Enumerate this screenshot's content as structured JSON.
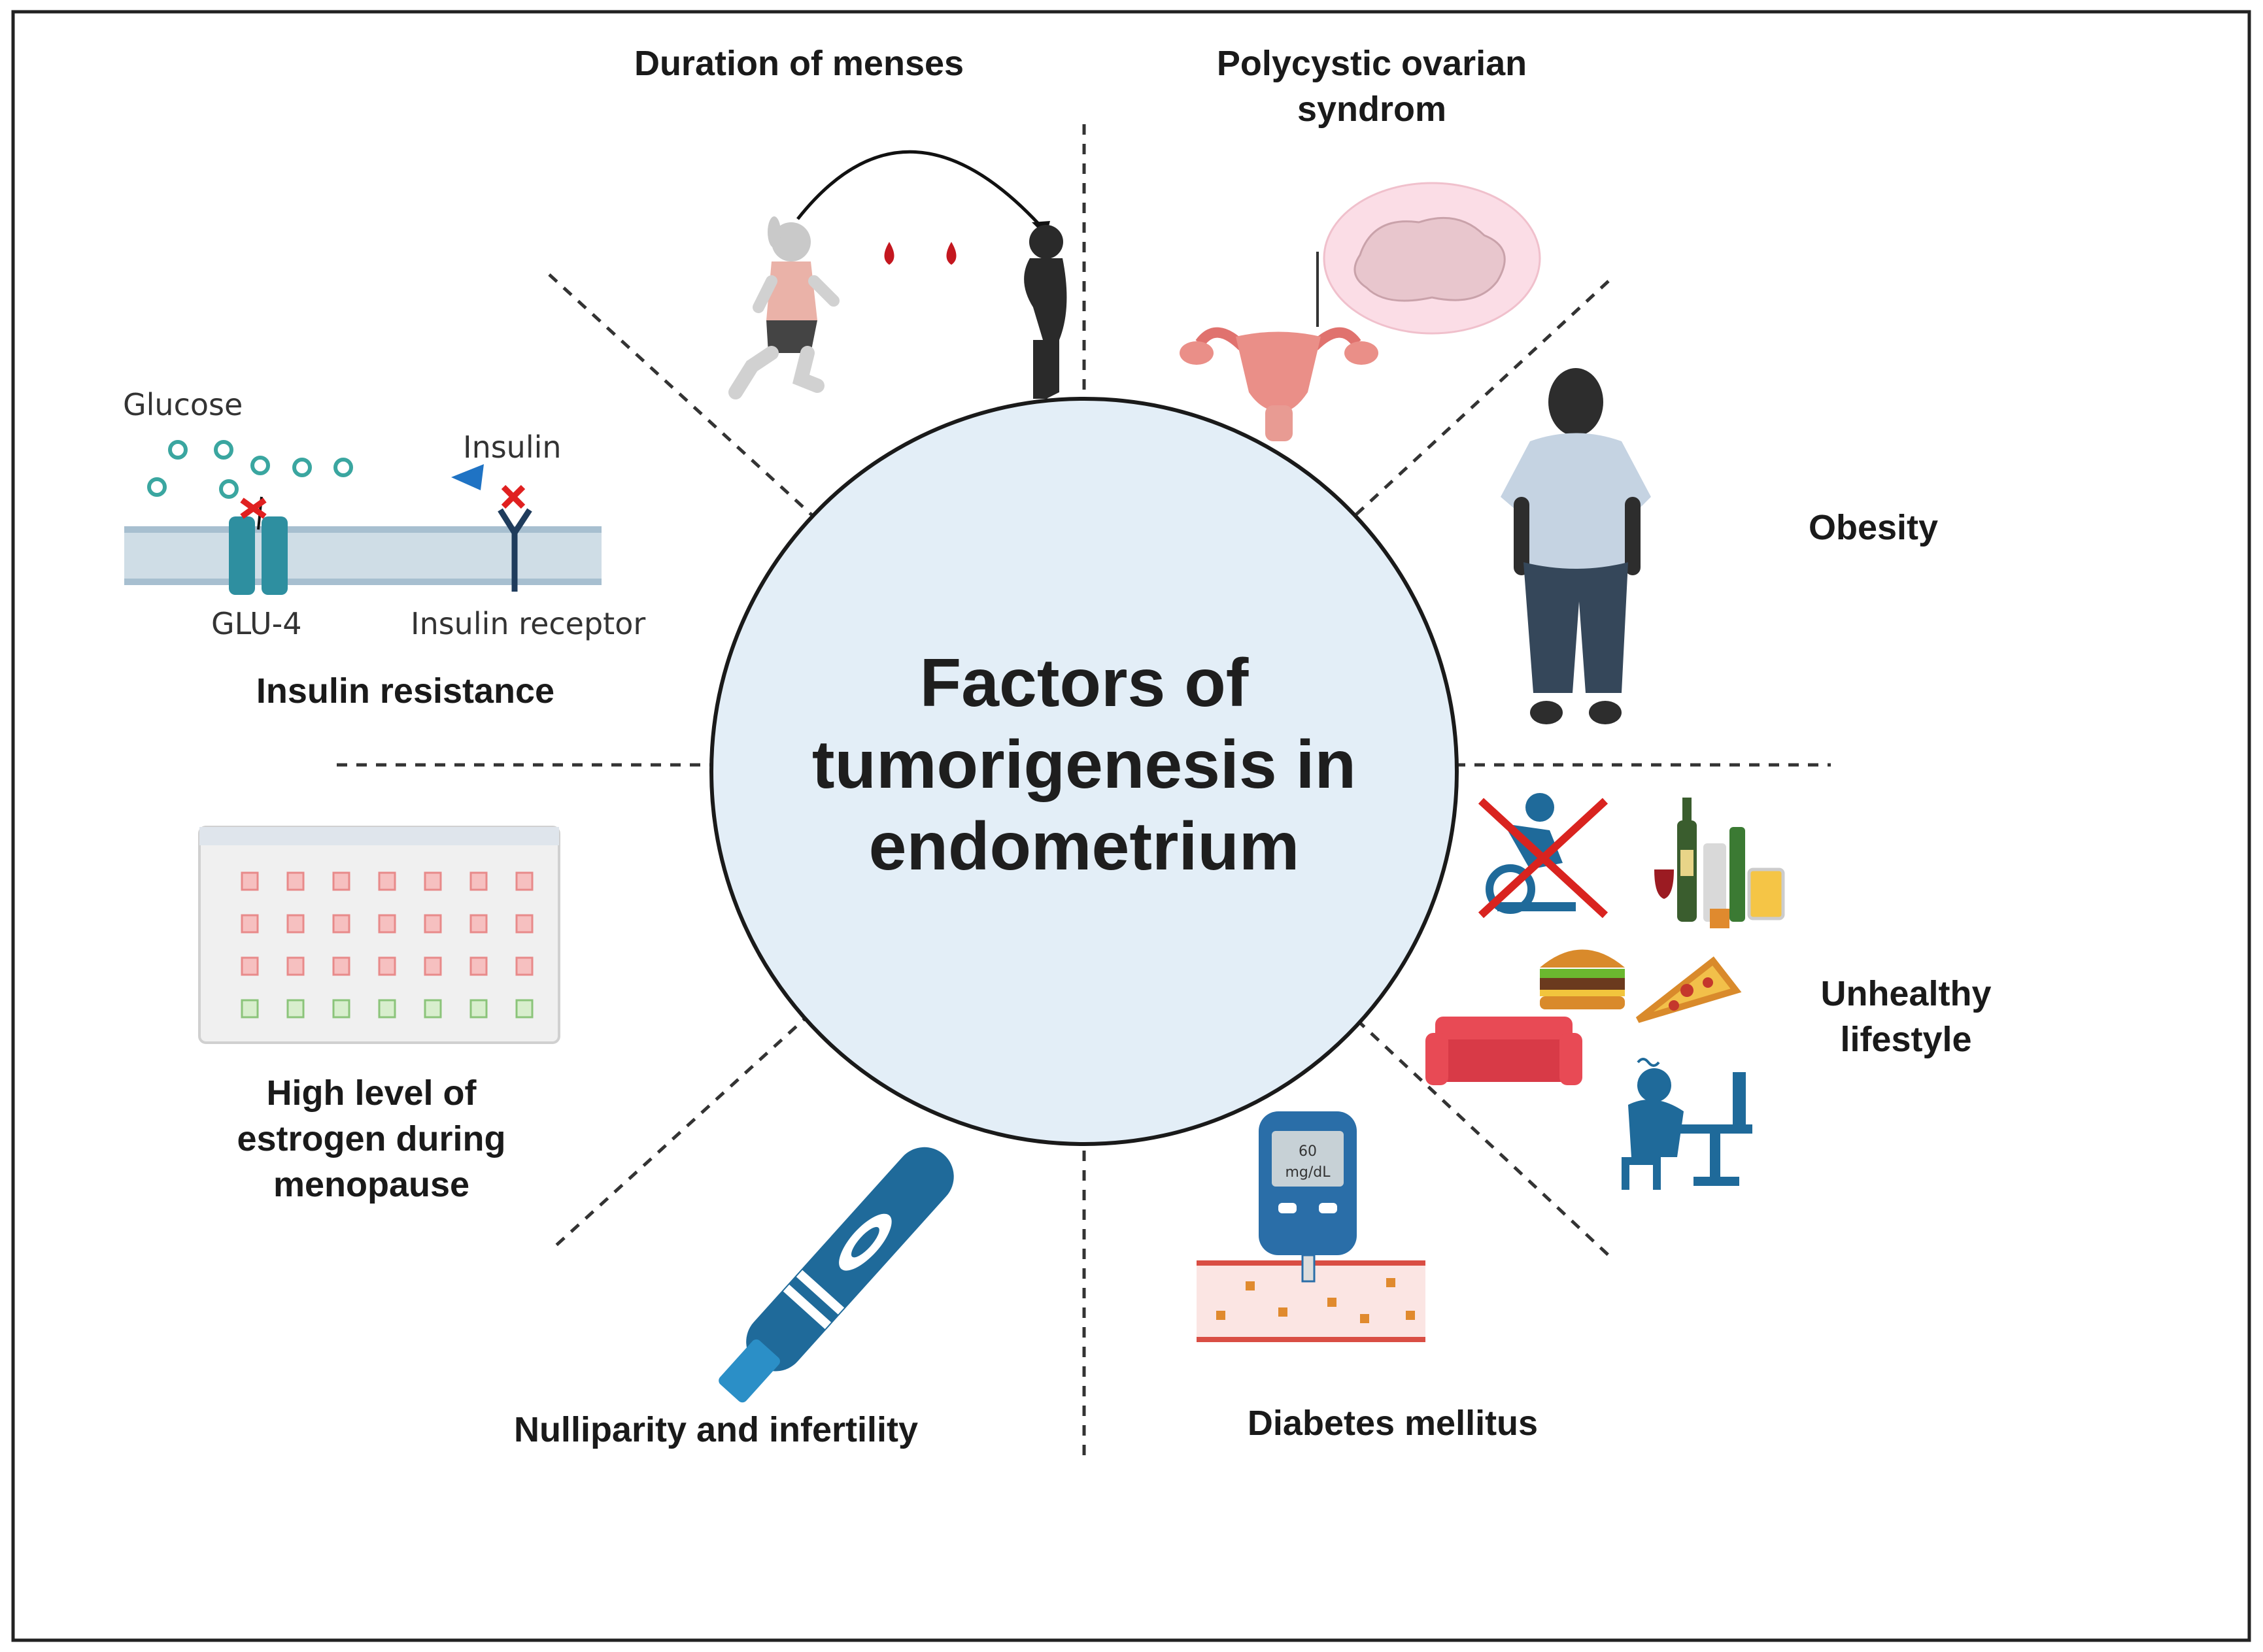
{
  "title": [
    "Factors of",
    "tumorigenesis in",
    "endometrium"
  ],
  "factors": {
    "duration_of_menses": [
      "Duration of menses"
    ],
    "pcos": [
      "Polycystic ovarian",
      "syndrom"
    ],
    "obesity": [
      "Obesity"
    ],
    "unhealthy_lifestyle": [
      "Unhealthy",
      "lifestyle"
    ],
    "diabetes": [
      "Diabetes mellitus"
    ],
    "nulliparity": [
      "Nulliparity and infertility"
    ],
    "estrogen": [
      "High level of",
      "estrogen during",
      "menopause"
    ],
    "insulin_resistance": [
      "Insulin resistance"
    ]
  },
  "insulin_panel": {
    "glucose": "Glucose",
    "insulin": "Insulin",
    "glu4": "GLU-4",
    "receptor": "Insulin receptor"
  },
  "glucometer": {
    "top": "60",
    "bottom": "mg/dL"
  },
  "colors": {
    "circle_fill": "#e3eef7",
    "accent_teal": "#2e8fa0",
    "accent_blue": "#1f6a9a",
    "blood_red": "#c4171f",
    "dark_figure": "#2a2a2a"
  }
}
